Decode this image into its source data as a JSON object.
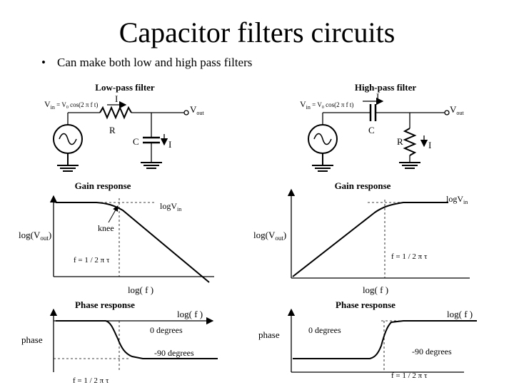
{
  "title": "Capacitor filters circuits",
  "bullet": {
    "marker": "•",
    "text": "Can make both low and high pass filters"
  },
  "low": {
    "heading": "Low-pass filter",
    "vin_V": "V",
    "vin_sub": "in",
    "vin_eq": " = V",
    "vin_sub0": "0",
    "vin_rest": " cos(2 π f t)",
    "current_I": "I",
    "R": "R",
    "C": "C",
    "I2": "I",
    "vout_V": "V",
    "vout_sub": "out",
    "gain_heading": "Gain response",
    "logvin": "logV",
    "logvin_sub": "in",
    "knee": "knee",
    "ylab": "log(V",
    "ylab_sub": "out",
    "ylab_close": ")",
    "freq": "f = 1 / 2 π τ",
    "xlab": "log( f )",
    "phase_heading": "Phase response",
    "phase_xlab": "log( f )",
    "zero_deg": "0 degrees",
    "minus90": "-90 degrees",
    "phase_label": "phase",
    "freq2": "f = 1 / 2 π τ"
  },
  "high": {
    "heading": "High-pass filter",
    "vin_V": "V",
    "vin_sub": "in",
    "vin_eq": " = V",
    "vin_sub0": "0",
    "vin_rest": " cos(2 π f t)",
    "current_I": "I",
    "C": "C",
    "R": "R",
    "I2": "I",
    "vout_V": "V",
    "vout_sub": "out",
    "gain_heading": "Gain response",
    "logvin": "logV",
    "logvin_sub": "in",
    "ylab": "log(V",
    "ylab_sub": "out",
    "ylab_close": ")",
    "freq": "f = 1 / 2 π τ",
    "xlab": "log( f )",
    "phase_heading": "Phase response",
    "phase_xlab": "log( f )",
    "zero_deg": "0 degrees",
    "minus90": "-90 degrees",
    "phase_label": "phase",
    "freq2": "f = 1 / 2 π τ"
  }
}
